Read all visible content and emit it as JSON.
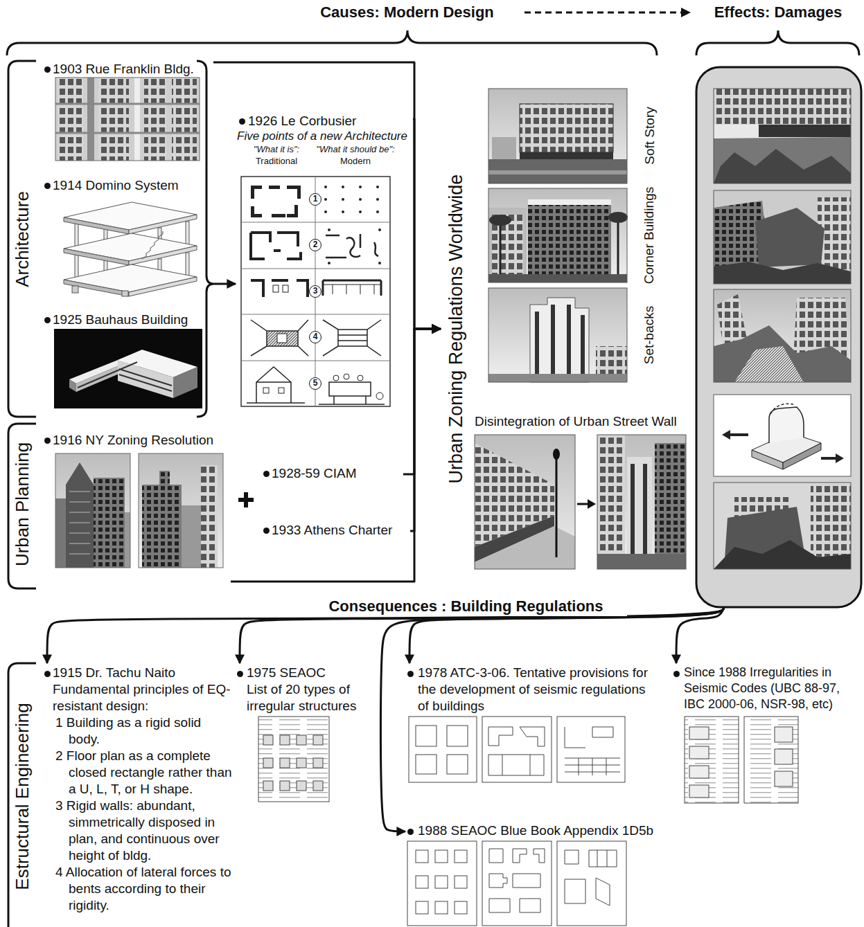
{
  "diagram": {
    "nodes": [
      {
        "text": [
          "Architecture"
        ]
      },
      {
        "text": [
          "1903 Rue Franklin Bldg."
        ],
        "in": 0
      },
      {
        "text": [
          "1914 Domino System"
        ],
        "in": 0
      },
      {
        "text": [
          "1925 Bauhaus Building"
        ],
        "in": 0
      },
      {
        "text": [
          "1926 Le Corbusier",
          "Five points of a new Architecture",
          "\"What it is\":",
          "Traditional",
          "\"What it should be\":",
          "Modern"
        ]
      },
      {
        "text": [
          "Urban Planning"
        ]
      },
      {
        "text": [
          "1916 NY Zoning Resolution"
        ],
        "in": 5
      },
      {
        "text": [
          "1928-59 CIAM"
        ]
      },
      {
        "text": [
          "1933 Athens Charter"
        ]
      },
      {
        "text": [
          "Urban Zoning Regulations Worldwide"
        ]
      },
      {
        "text": [
          "Effects: Damages"
        ]
      },
      {
        "text": [
          "Estructural Engineering"
        ]
      },
      {
        "text": [
          "1915 Dr. Tachu Naito Fundamental principles of EQ-resistant design:",
          "1 Building as a rigid solid body.",
          "2 Floor plan as a complete closed rectangle rather than a U, L, T, or H shape.",
          "3 Rigid walls: abundant, simmetrically disposed in plan, and continuous over height of bldg.",
          "4 Allocation of lateral forces to bents according to their rigidity."
        ],
        "in": 11
      },
      {
        "text": [
          "1975 SEAOC",
          "List of 20 types of irregular structures"
        ],
        "in": 11
      },
      {
        "text": [
          "1978 ATC-3-06. Tentative provisions for the development of seismic regulations of buildings"
        ],
        "in": 11
      },
      {
        "text": [
          "Since 1988 Irregularities in Seismic Codes (UBC 88-97, IBC 2000-06, NSR-98, etc)"
        ],
        "in": 11
      },
      {
        "text": [
          "1988 SEAOC Blue Book Appendix 1D5b"
        ],
        "in": 11
      }
    ],
    "edges": [
      {
        "from": 0,
        "to": 4,
        "arrow": "to"
      },
      {
        "from": 0,
        "to": 9,
        "arrow": "to"
      },
      {
        "from": 4,
        "to": 9,
        "arrow": "to"
      },
      {
        "from": 7,
        "to": 9,
        "arrow": "to"
      },
      {
        "from": 8,
        "to": 9,
        "arrow": "to"
      },
      {
        "from": 5,
        "to": 9,
        "arrow": "to"
      },
      {
        "from": 10,
        "to": 12,
        "arrow": "to"
      },
      {
        "from": 10,
        "to": 13,
        "arrow": "to"
      },
      {
        "from": 10,
        "to": 14,
        "arrow": "to"
      },
      {
        "from": 10,
        "to": 16,
        "arrow": "to"
      },
      {
        "from": 10,
        "to": 15,
        "arrow": "to"
      }
    ],
    "labels": [
      "Causes: Modern Design",
      "1",
      "2",
      "3",
      "4",
      "5",
      "Soft Story",
      "Corner Buildings",
      "Set-backs",
      "Disintegration of Urban Street Wall",
      "Consequences : Building Regulations"
    ]
  }
}
